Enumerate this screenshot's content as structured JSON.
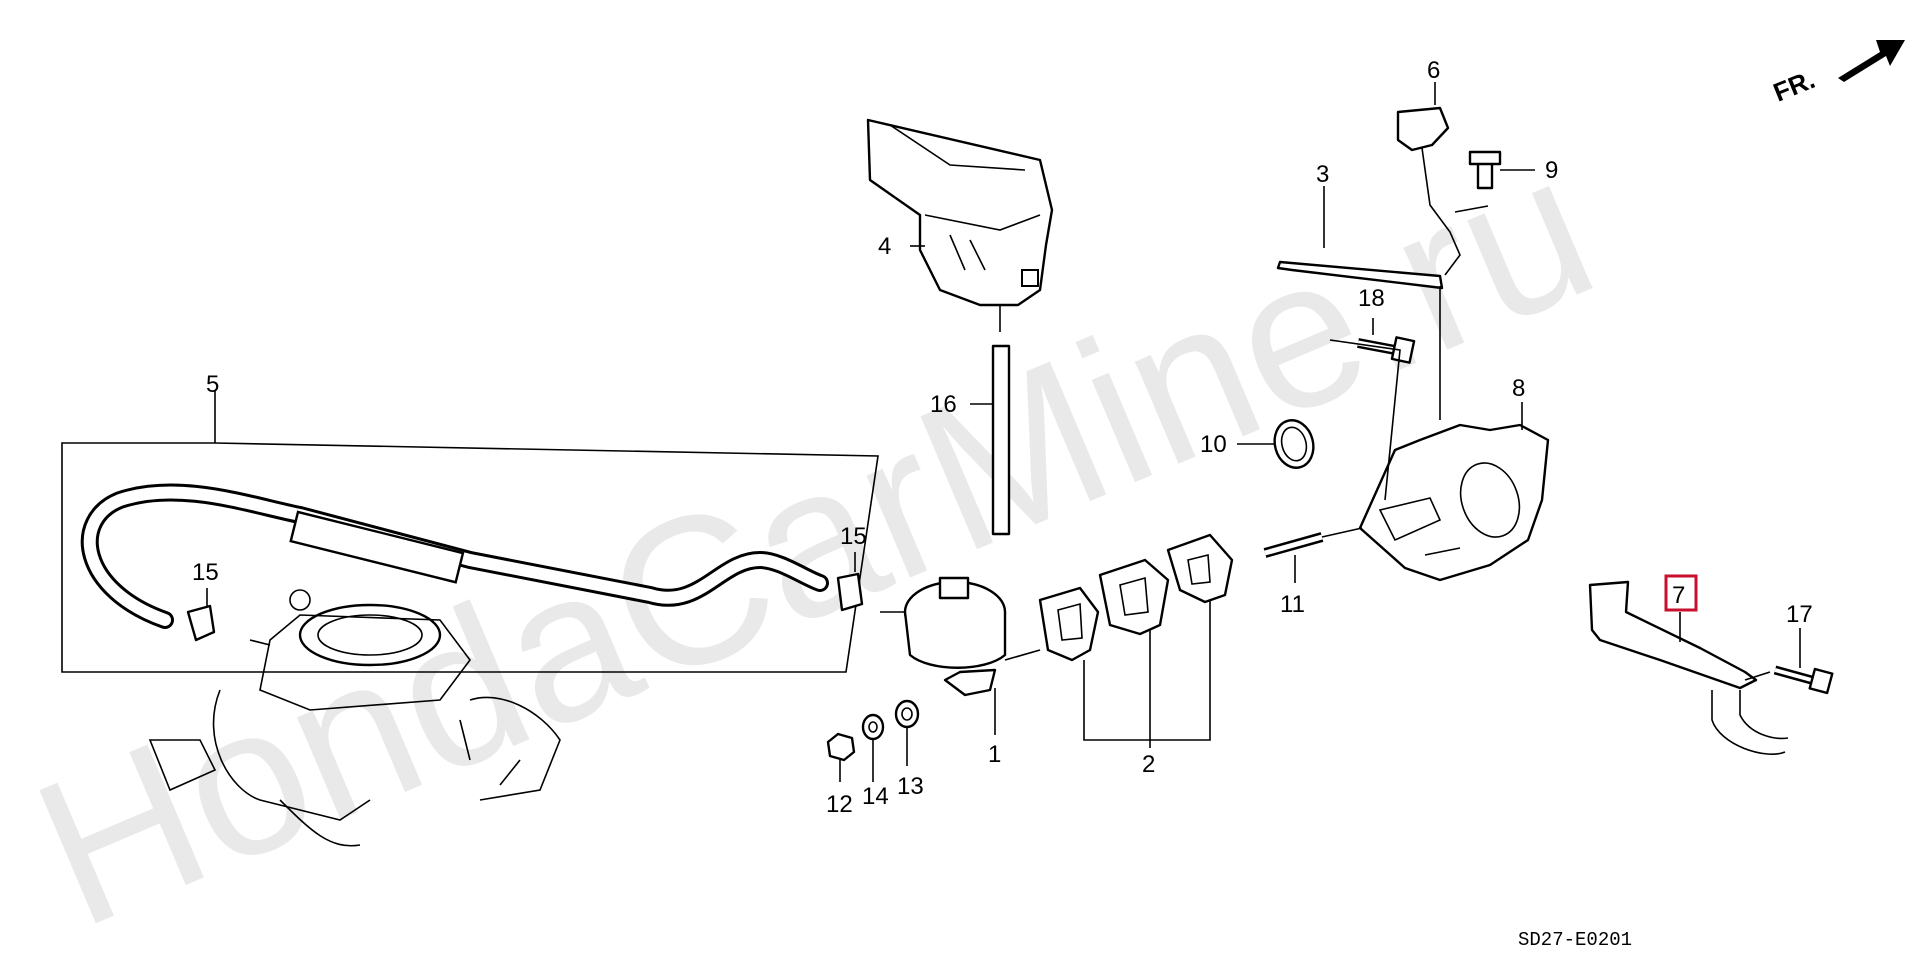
{
  "watermark": "HondaCarMine.ru",
  "front_indicator": "FR.",
  "diagram_code": "SD27-E0201",
  "highlight_color": "#c8102e",
  "callouts": {
    "p1": "1",
    "p2": "2",
    "p3": "3",
    "p4": "4",
    "p5": "5",
    "p6": "6",
    "p7": "7",
    "p8": "8",
    "p9": "9",
    "p10": "10",
    "p11": "11",
    "p12": "12",
    "p13": "13",
    "p14": "14",
    "p15a": "15",
    "p15b": "15",
    "p16": "16",
    "p17": "17",
    "p18": "18"
  }
}
